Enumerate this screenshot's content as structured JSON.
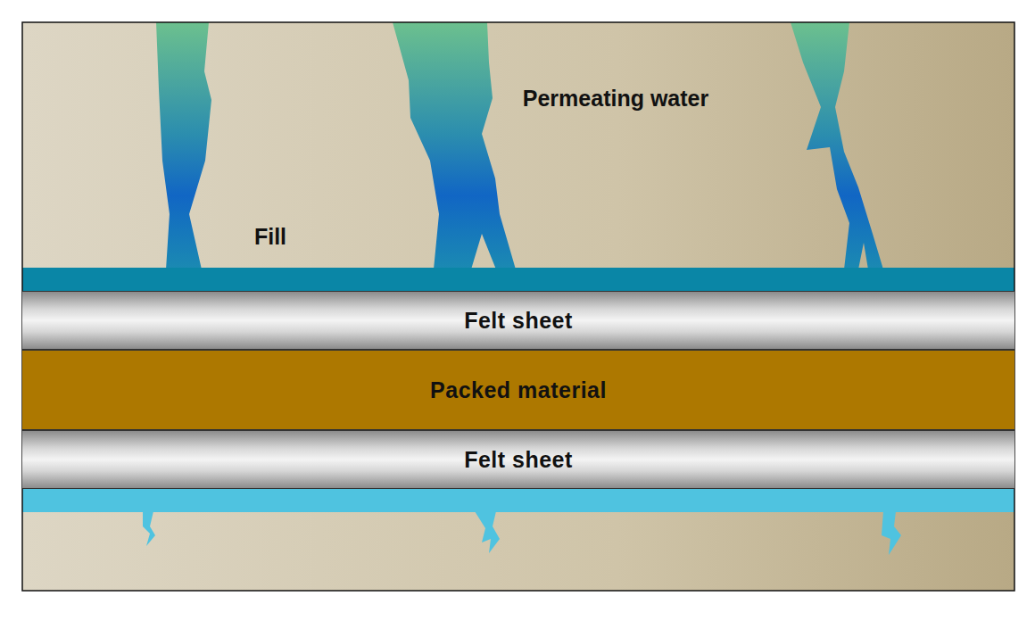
{
  "diagram": {
    "nodes": [
      {
        "text": [
          "Felt sheet"
        ]
      },
      {
        "text": [
          "Packed material"
        ]
      },
      {
        "text": [
          "Felt sheet"
        ]
      }
    ],
    "labels": [
      "Permeating water",
      "Fill"
    ]
  }
}
